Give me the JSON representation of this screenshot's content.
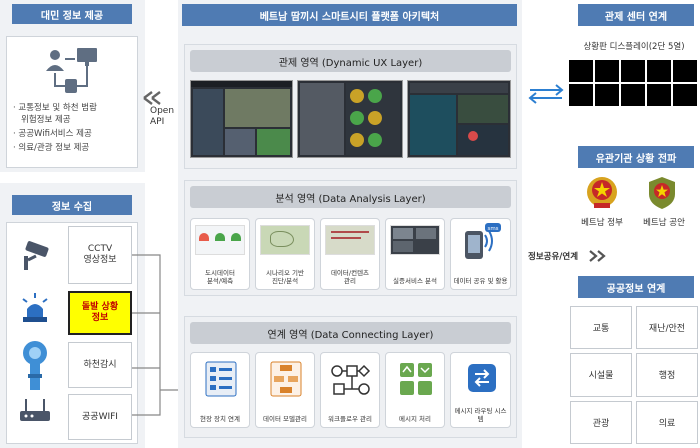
{
  "left_top": {
    "header": "대민 정보 제공",
    "bullets": [
      "· 교통정보 및 하천 범람",
      "  위험정보 제공",
      "· 공공Wifi서비스 제공",
      "· 의료/관광 정보 제공"
    ]
  },
  "open_api": "Open\nAPI",
  "left_bottom": {
    "header": "정보 수집",
    "sources": [
      "CCTV\n영상정보",
      "돌발 상황\n정보",
      "하천감시",
      "공공WIFI"
    ],
    "highlight_color": "#ffff00"
  },
  "center": {
    "header": "베트남 땀끼시 스마트시티 플랫폼 아키텍처",
    "dynamic": {
      "title": "관제 영역 (Dynamic UX Layer)"
    },
    "analysis": {
      "title": "분석 영역 (Data Analysis Layer)",
      "cards": [
        "도시데이터\n분석/예측",
        "시나리오 기반\n진단/분석",
        "데이터/컨텐츠\n관리",
        "실증서비스 분석",
        "데이터 공유 및 활용"
      ]
    },
    "connecting": {
      "title": "연계 영역 (Data Connecting Layer)",
      "cards": [
        "현장 장치 연계",
        "데이터 모델관리",
        "워크플로우 관리",
        "메시지 처리",
        "메시지 라우팅 시스템"
      ]
    }
  },
  "right": {
    "control": {
      "header": "관제 센터 연계",
      "display_label": "상황판 디스플레이(2단 5열)"
    },
    "agency": {
      "header": "유관기관 상황 전파",
      "logos": [
        "베트남 정부",
        "베트남 공안"
      ]
    },
    "share_label": "정보공유/연계",
    "public": {
      "header": "공공정보 연계",
      "cells": [
        "교통",
        "재난/안전",
        "시설물",
        "행정",
        "관광",
        "의료"
      ]
    }
  },
  "colors": {
    "header_blue": "#4f7bb3",
    "panel_gray": "#f0f2f5"
  }
}
